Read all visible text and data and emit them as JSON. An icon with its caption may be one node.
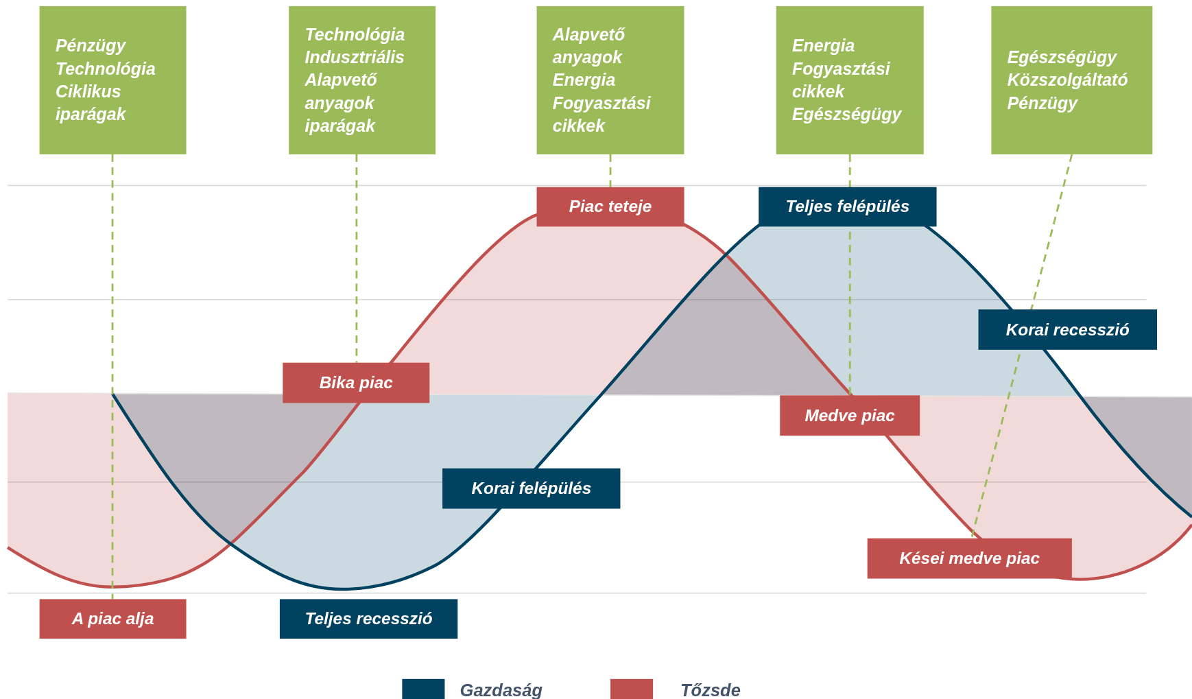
{
  "diagram": {
    "nodes": [
      {
        "text": [
          "Pénzügy",
          "Technológia",
          "Ciklikus iparágak"
        ]
      },
      {
        "text": [
          "Technológia",
          "Indusztriális",
          "Alapvető anyagok",
          "iparágak"
        ]
      },
      {
        "text": [
          "Alapvető anyagok",
          "Energia",
          "Fogyasztási cikkek"
        ]
      },
      {
        "text": [
          "Energia",
          "Fogyasztási cikkek",
          "Egészségügy"
        ]
      },
      {
        "text": [
          "Egészségügy",
          "Közszolgáltató",
          "Pénzügy"
        ]
      },
      {
        "text": [
          "Piac teteje"
        ]
      },
      {
        "text": [
          "Teljes felépülés"
        ]
      },
      {
        "text": [
          "Korai recesszió"
        ]
      },
      {
        "text": [
          "Bika piac"
        ]
      },
      {
        "text": [
          "Medve piac"
        ]
      },
      {
        "text": [
          "Korai felépülés"
        ]
      },
      {
        "text": [
          "Kései medve piac"
        ]
      },
      {
        "text": [
          "A piac alja"
        ]
      },
      {
        "text": [
          "Teljes recesszió"
        ]
      }
    ],
    "edges": [
      {
        "from": 0,
        "to": 12,
        "arrow": "none",
        "style": "dashed"
      },
      {
        "from": 1,
        "to": 8,
        "arrow": "none",
        "style": "dashed"
      },
      {
        "from": 2,
        "to": 5,
        "arrow": "none",
        "style": "dashed"
      },
      {
        "from": 3,
        "to": 9,
        "arrow": "none",
        "style": "dashed"
      },
      {
        "from": 4,
        "to": 11,
        "arrow": "none",
        "style": "dashed"
      }
    ],
    "legend": [
      {
        "text": "Gazdaság",
        "color": "#00425f"
      },
      {
        "text": "Tőzsde",
        "color": "#c0504d"
      }
    ]
  }
}
